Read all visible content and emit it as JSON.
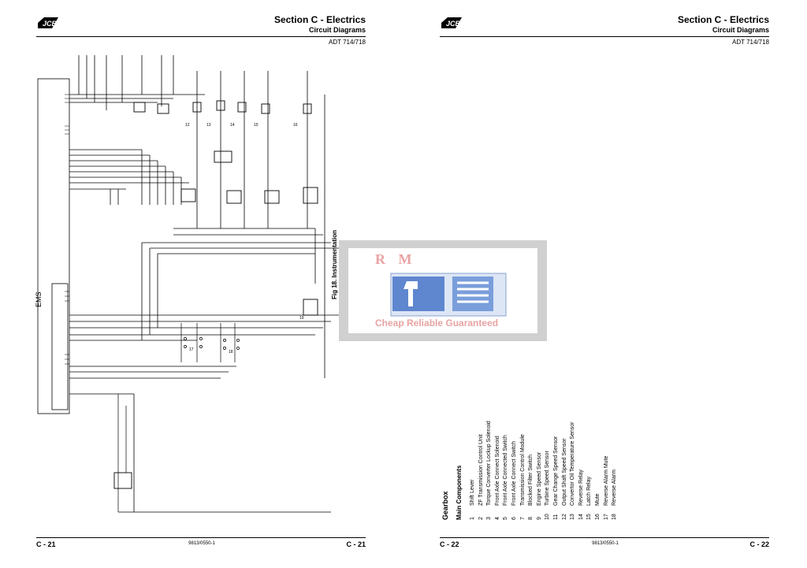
{
  "brand": {
    "logo_text": "JCB"
  },
  "left_page": {
    "header": {
      "title": "Section C - Electrics",
      "subtitle": "Circuit Diagrams",
      "model": "ADT 714/718"
    },
    "figure": {
      "caption": "Fig 18. Instrumentation",
      "module_label": "EMS",
      "component_labels": [
        "12",
        "13",
        "14",
        "15",
        "16",
        "17",
        "18",
        "19"
      ]
    },
    "footer": {
      "page_left": "C - 21",
      "doc_number": "9813/0550-1",
      "page_right": "C - 21"
    }
  },
  "right_page": {
    "header": {
      "title": "Section C - Electrics",
      "subtitle": "Circuit Diagrams",
      "model": "ADT 714/718"
    },
    "components": {
      "heading": "Gearbox",
      "subheading": "Main Components",
      "items": [
        {
          "num": "1",
          "name": "Shift Lever"
        },
        {
          "num": "2",
          "name": "ZF Transmission Control Unit"
        },
        {
          "num": "3",
          "name": "Torque Converter Lockup Solenoid"
        },
        {
          "num": "4",
          "name": "Front Axle Connect Solenoid"
        },
        {
          "num": "5",
          "name": "Front Axle Connected Switch"
        },
        {
          "num": "6",
          "name": "Front Axle Connect Switch"
        },
        {
          "num": "7",
          "name": "Transmission Control Module"
        },
        {
          "num": "8",
          "name": "Blocked Filter Switch"
        },
        {
          "num": "9",
          "name": "Engine Speed Sensor"
        },
        {
          "num": "10",
          "name": "Turbine Speed Sensor"
        },
        {
          "num": "11",
          "name": "Gear Change Speed Sensor"
        },
        {
          "num": "12",
          "name": "Output Shaft Speed Sensor"
        },
        {
          "num": "13",
          "name": "Convertor Oil Temperature Sensor"
        },
        {
          "num": "14",
          "name": "Reverse Relay"
        },
        {
          "num": "15",
          "name": "Latch Relay"
        },
        {
          "num": "16",
          "name": "Mute"
        },
        {
          "num": "17",
          "name": "Reverse Alarm Mute"
        },
        {
          "num": "18",
          "name": "Reverse Alarm"
        }
      ]
    },
    "footer": {
      "page_left": "C - 22",
      "doc_number": "9813/0550-1",
      "page_right": "C - 22"
    }
  },
  "watermark": {
    "letters": "R M",
    "tagline": "Cheap Reliable Guaranteed"
  }
}
